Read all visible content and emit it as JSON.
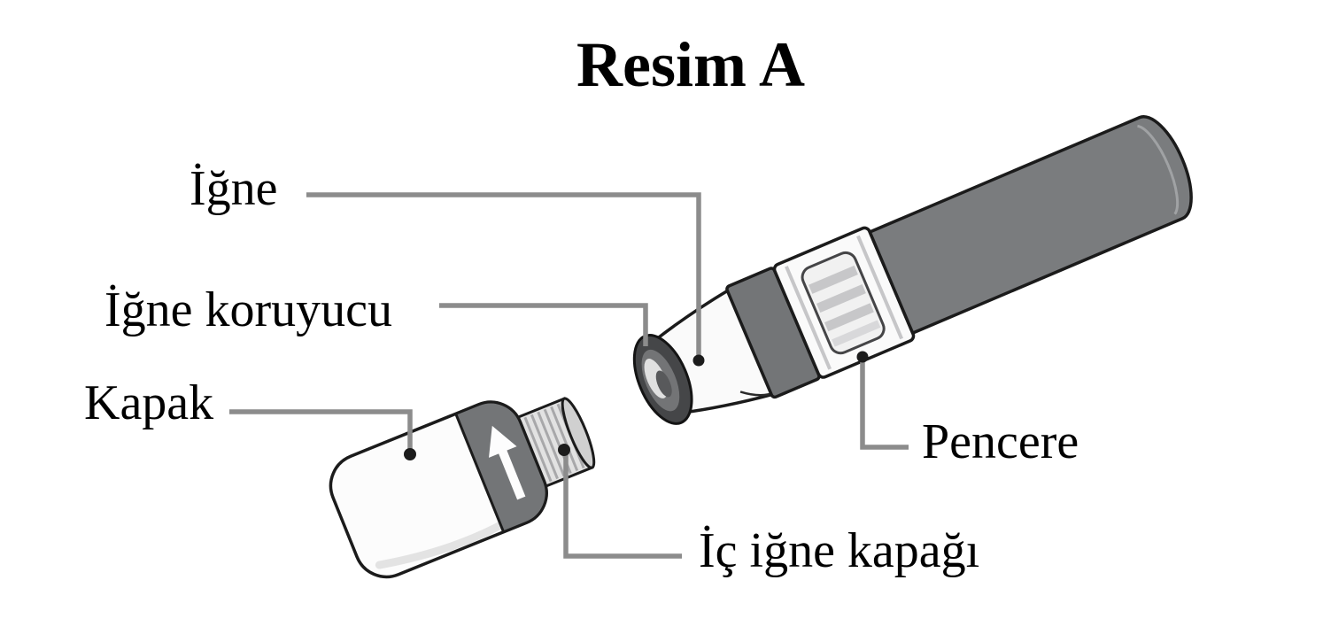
{
  "figure": {
    "title": "Resim A",
    "labels": {
      "needle": "İğne",
      "needle_guard": "İğne koruyucu",
      "cap": "Kapak",
      "window": "Pencere",
      "inner_needle_cap": "İç iğne kapağı"
    },
    "colors": {
      "background": "#ffffff",
      "text": "#000000",
      "leader_line": "#8c8c8c",
      "pointer_dot": "#1c1c1c",
      "pen_body_gray": "#7a7c7e",
      "band_gray": "#737577",
      "device_white": "#fafafa",
      "outline": "#1b1b1b"
    }
  }
}
